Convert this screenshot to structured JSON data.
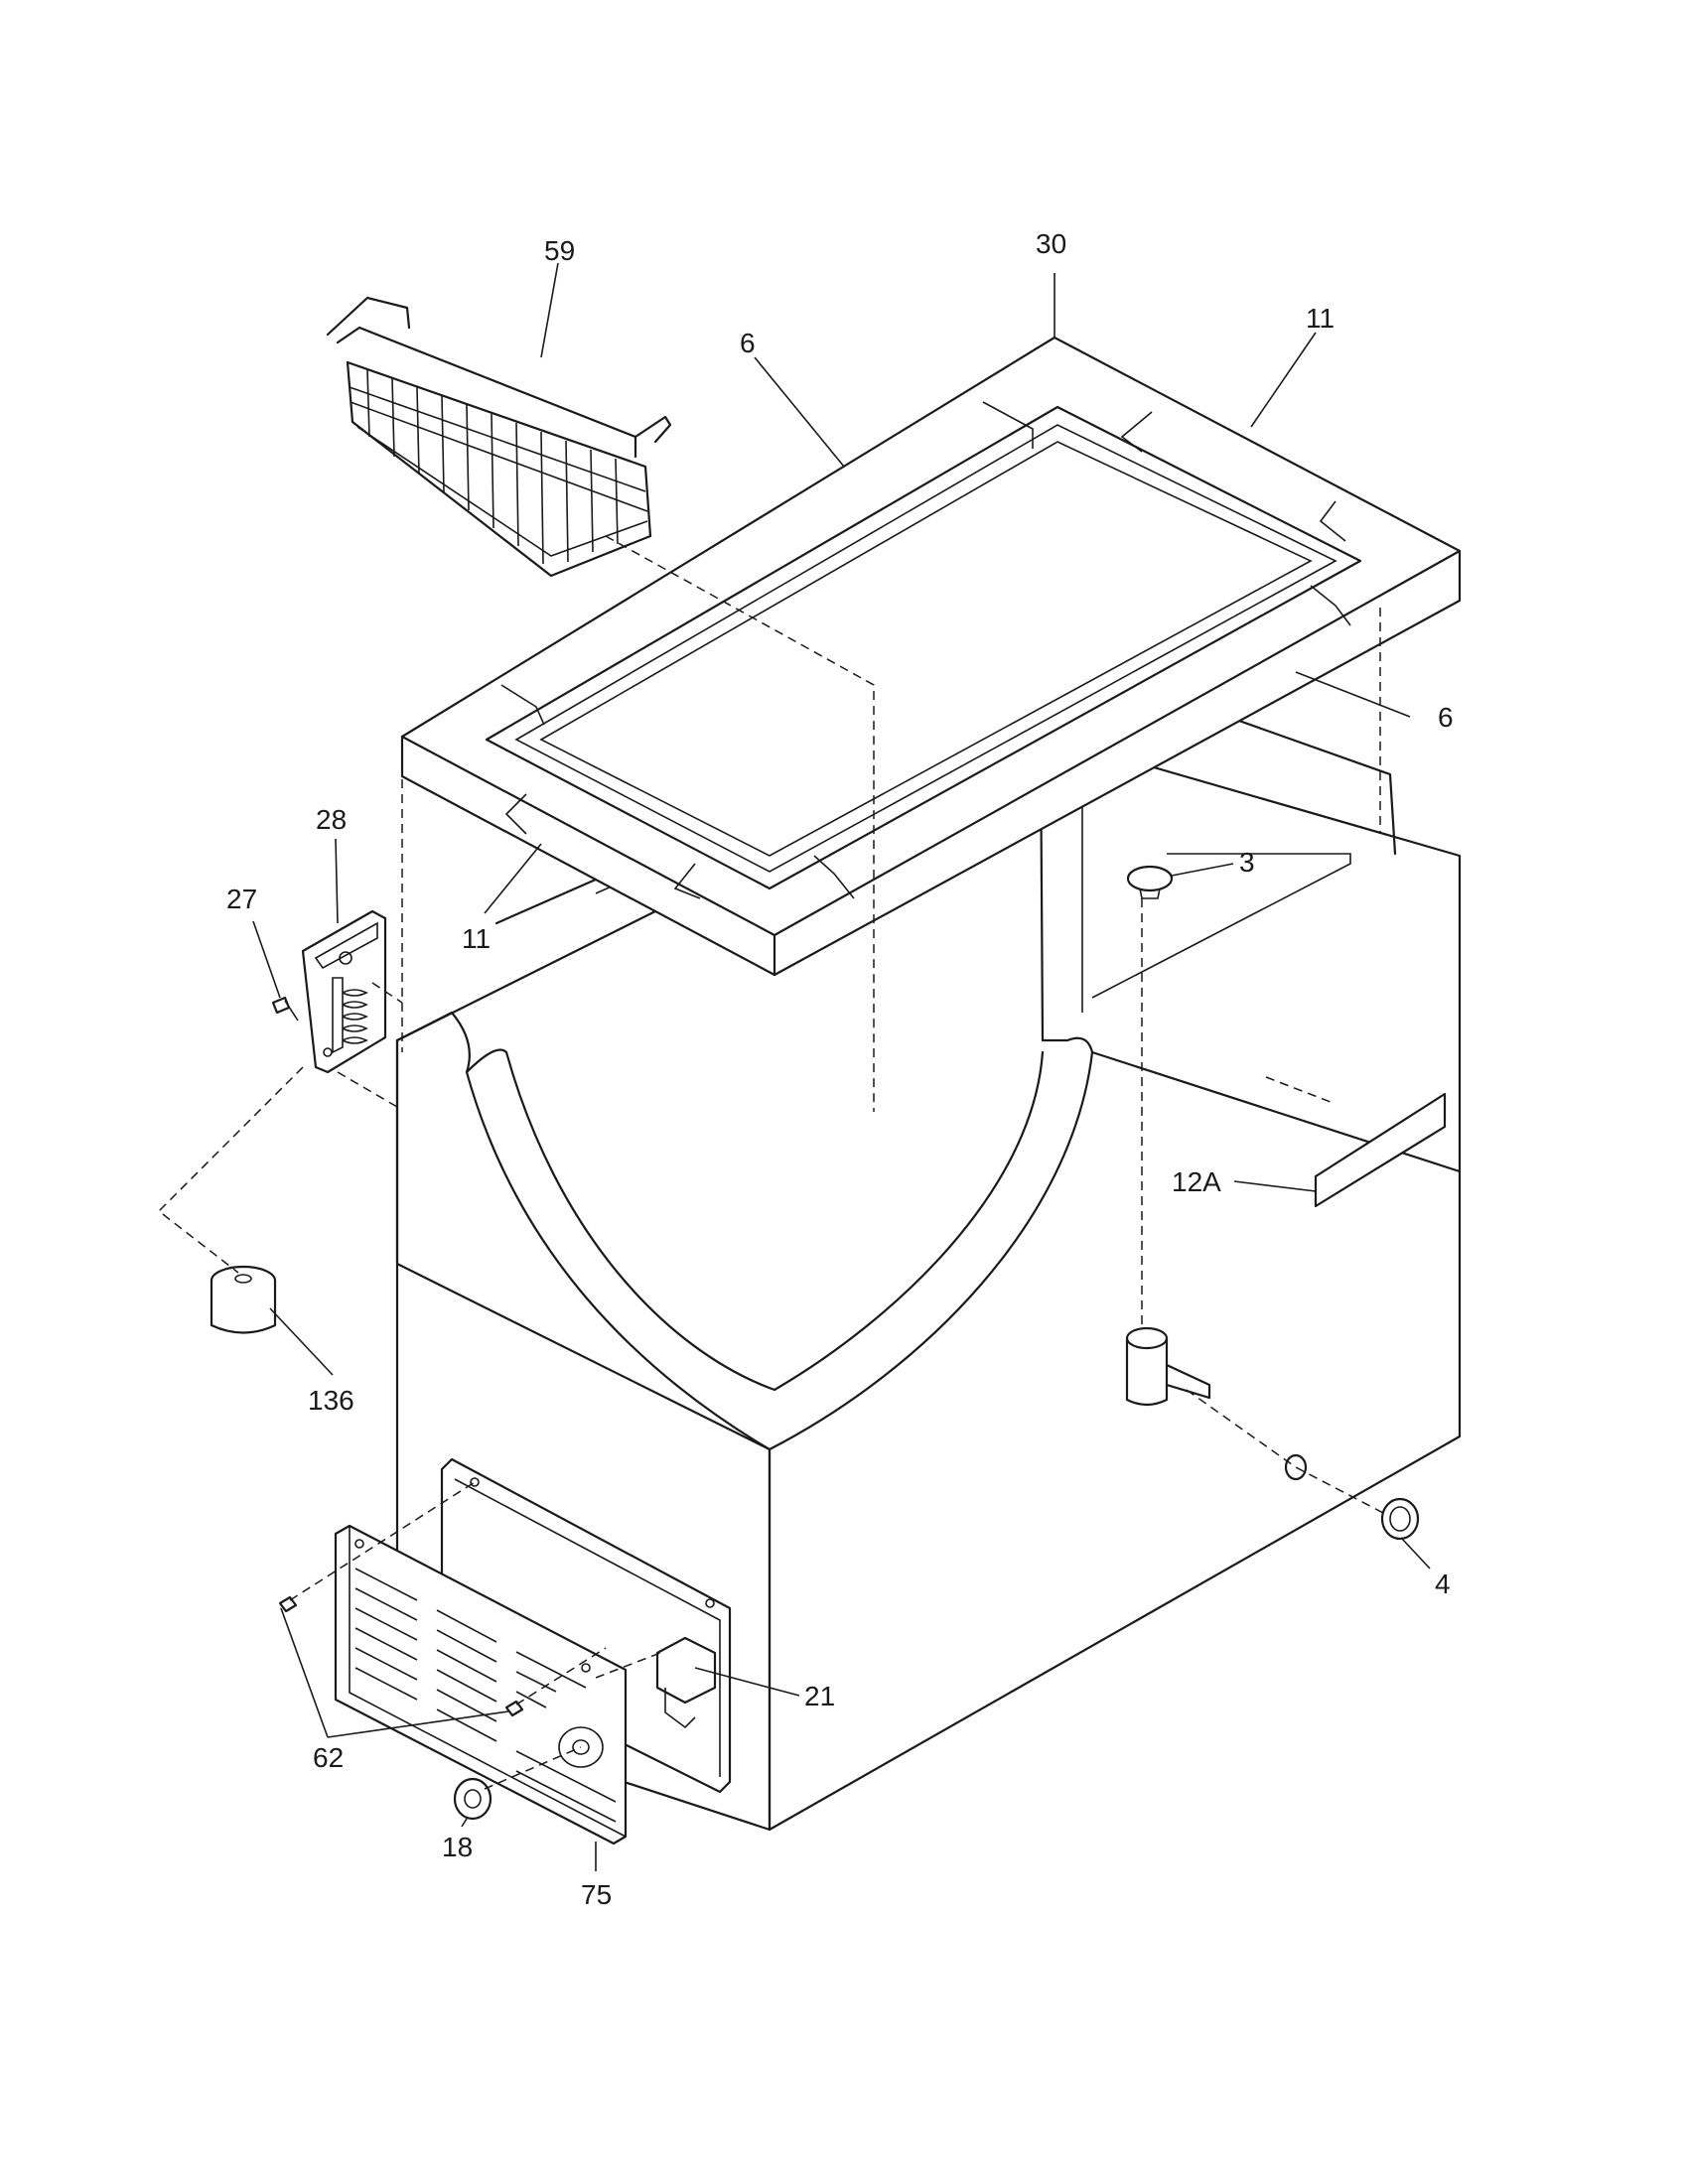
{
  "callouts": {
    "c59": "59",
    "c30": "30",
    "c6_top": "6",
    "c11_top": "11",
    "c6_right": "6",
    "c28": "28",
    "c27": "27",
    "c3": "3",
    "c11_left": "11",
    "c12a": "12A",
    "c136": "136",
    "c4": "4",
    "c21": "21",
    "c62": "62",
    "c18": "18",
    "c75": "75"
  },
  "colors": {
    "ink": "#1a1a1a",
    "paper": "#ffffff"
  }
}
